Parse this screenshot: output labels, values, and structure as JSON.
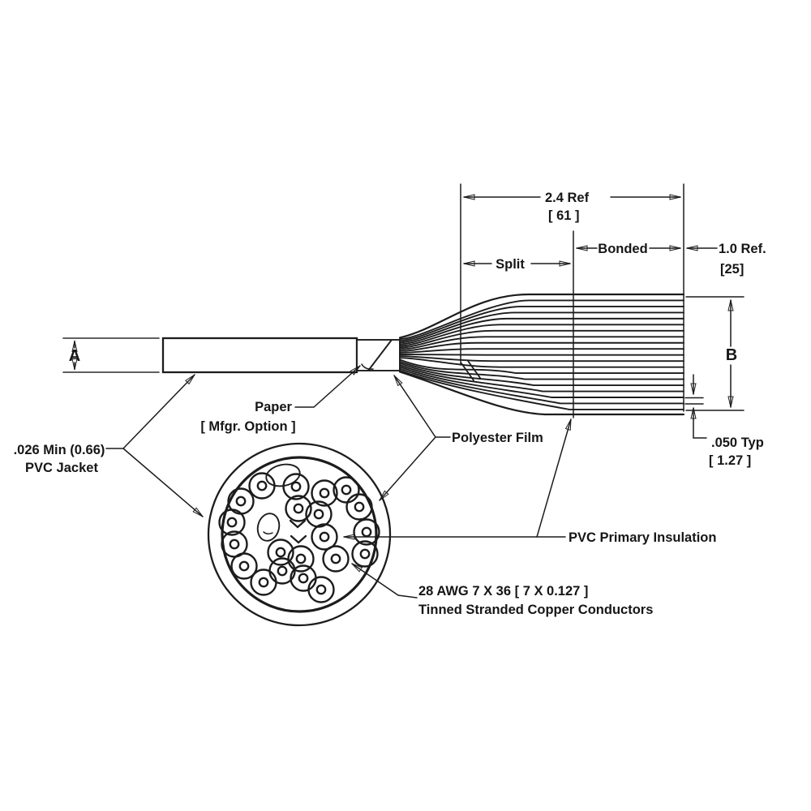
{
  "drawing": {
    "dims": {
      "overall": {
        "value": "2.4 Ref",
        "metric": "[ 61 ]"
      },
      "split": {
        "label": "Split"
      },
      "bonded": {
        "label": "Bonded"
      },
      "bonded_length": {
        "value": "1.0 Ref.",
        "metric": "[25]"
      },
      "cable_height": {
        "label": "A"
      },
      "ribbon_width": {
        "label": "B"
      },
      "pitch": {
        "value": ".050 Typ",
        "metric": "[ 1.27 ]"
      }
    },
    "labels": {
      "paper": {
        "line1": "Paper",
        "line2": "[ Mfgr. Option ]"
      },
      "jacket": {
        "line1": ".026 Min (0.66)",
        "line2": "PVC Jacket"
      },
      "polyester_film": "Polyester Film",
      "pvc_primary": "PVC Primary Insulation",
      "conductor": {
        "line1": "28 AWG 7 X 36 [ 7 X 0.127 ]",
        "line2": "Tinned Stranded Copper Conductors"
      }
    },
    "colors": {
      "line": "#1c1c1c",
      "background": "#ffffff"
    }
  }
}
